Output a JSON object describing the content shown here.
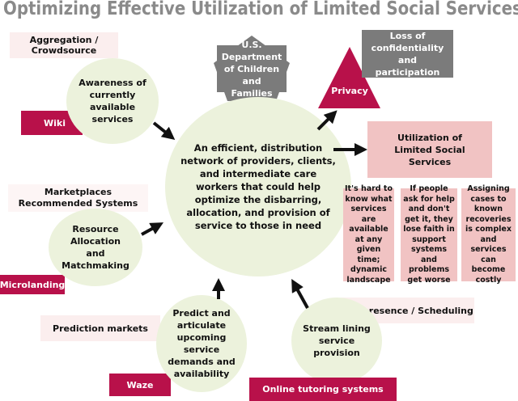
{
  "title": "Optimizing Effective Utilization of Limited Social Services",
  "colors": {
    "circle": "#ecf2dc",
    "crimson": "#b8114a",
    "gray": "#7b7b7b",
    "pink": "#f1c3c3",
    "light_pink": "#fbeeee",
    "title": "#8a8a8a"
  },
  "center": "An efficient, distribution network of providers, clients, and intermediate care workers that could help optimize the disbarring, allocation, and provision of service to those in need",
  "awareness": {
    "label": "Aggregation / Crowdsource",
    "circle": "Awareness of currently available services",
    "tag": "Wiki"
  },
  "resource": {
    "label": "Marketplaces Recommended Systems",
    "circle": "Resource Allocation and Matchmaking",
    "tag": "Microlanding"
  },
  "predict": {
    "label": "Prediction markets",
    "circle": "Predict and articulate upcoming service demands and availability",
    "tag": "Waze"
  },
  "stream": {
    "label": "Telepresence / Scheduling",
    "circle": "Stream lining service provision",
    "tag": "Online tutoring systems"
  },
  "department": "U.S. Department of Children and Families",
  "privacy": {
    "label": "Privacy",
    "note": "Loss of confidentiality and participation"
  },
  "utilization": {
    "label": "Utilization of Limited Social Services",
    "problems": [
      "It's hard to know what services are available at any given time; dynamic landscape",
      "If people ask for help and don't get it, they lose faith in support systems and problems get worse",
      "Assigning cases to known recoveries is complex and services can become costly"
    ]
  }
}
